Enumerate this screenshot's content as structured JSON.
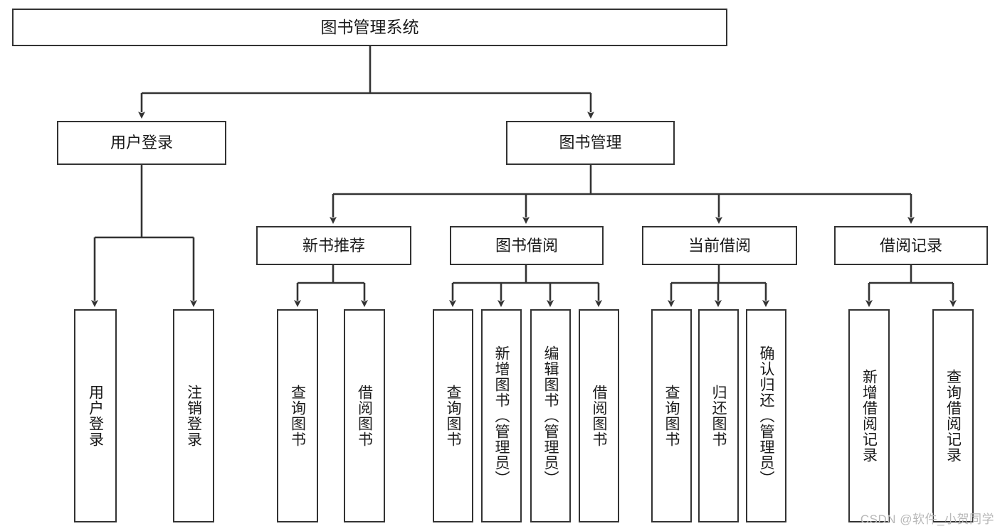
{
  "diagram": {
    "title": "图书管理系统",
    "type": "tree",
    "watermark": "CSDN @软件_小贺同学",
    "colors": {
      "box_border": "#333333",
      "box_fill": "#ffffff",
      "edge": "#333333",
      "text": "#1a1a1a",
      "watermark": "#b8b8b8"
    },
    "root": {
      "label": "图书管理系统"
    },
    "level2": [
      {
        "label": "用户登录"
      },
      {
        "label": "图书管理"
      }
    ],
    "level3": [
      {
        "label": "新书推荐"
      },
      {
        "label": "图书借阅"
      },
      {
        "label": "当前借阅"
      },
      {
        "label": "借阅记录"
      }
    ],
    "leaves": {
      "user_login": [
        {
          "label": "用户登录"
        },
        {
          "label": "注销登录"
        }
      ],
      "new_book_recommend": [
        {
          "label": "查询图书"
        },
        {
          "label": "借阅图书"
        }
      ],
      "book_borrow": [
        {
          "label": "查询图书"
        },
        {
          "label": "新增图书（管理员）"
        },
        {
          "label": "编辑图书（管理员）"
        },
        {
          "label": "借阅图书"
        }
      ],
      "current_borrow": [
        {
          "label": "查询图书"
        },
        {
          "label": "归还图书"
        },
        {
          "label": "确认归还（管理员）"
        }
      ],
      "borrow_record": [
        {
          "label": "新增借阅记录"
        },
        {
          "label": "查询借阅记录"
        }
      ]
    }
  }
}
